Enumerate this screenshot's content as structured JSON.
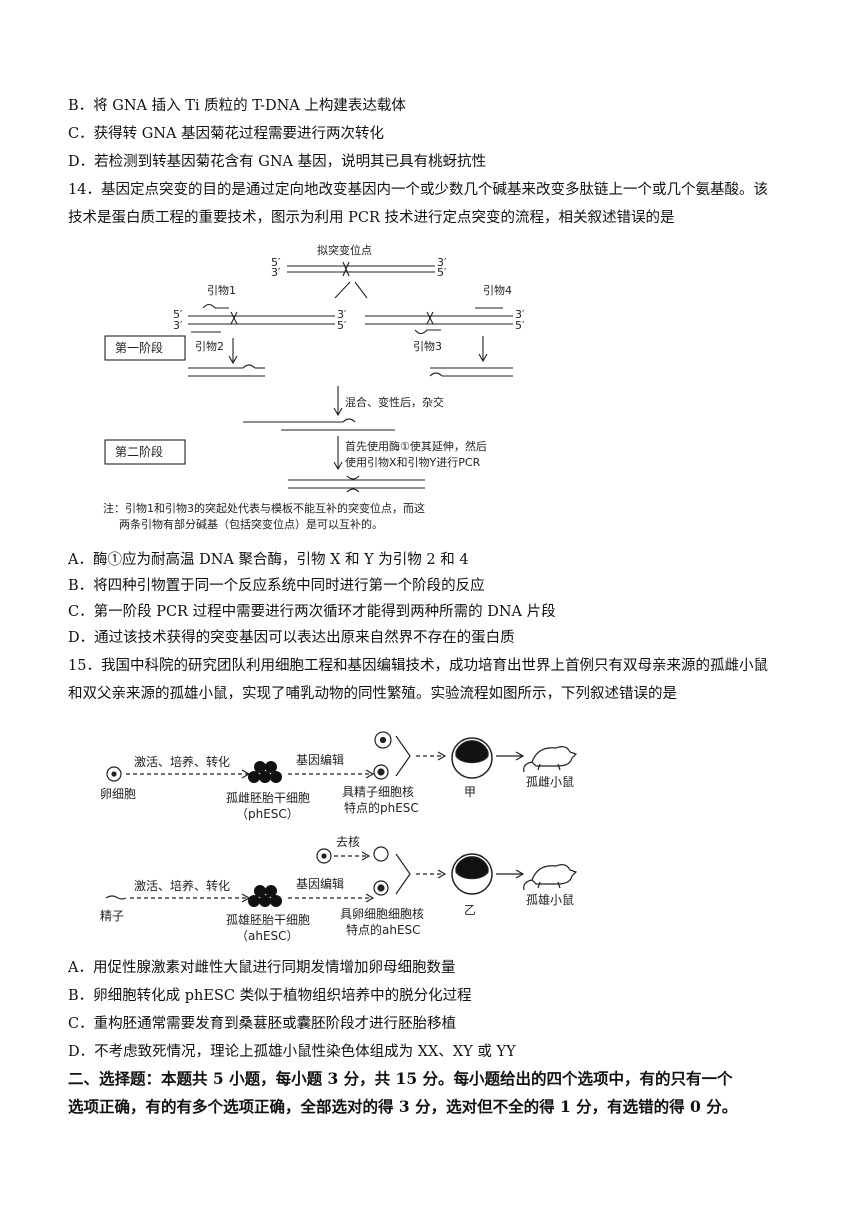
{
  "q13": {
    "optB": "B．将 GNA 插入 Ti 质粒的 T-DNA 上构建表达载体",
    "optC": "C．获得转 GNA 基因菊花过程需要进行两次转化",
    "optD": "D．若检测到转基因菊花含有 GNA 基因，说明其已具有桃蚜抗性"
  },
  "q14": {
    "stem1": "14．基因定点突变的目的是通过定向地改变基因内一个或少数几个碱基来改变多肽链上一个或几个氨基酸。该",
    "stem2": "技术是蛋白质工程的重要技术，图示为利用 PCR 技术进行定点突变的流程，相关叙述错误的是",
    "figure": {
      "mutation_site": "拟突变位点",
      "primer1": "引物1",
      "primer2": "引物2",
      "primer3": "引物3",
      "primer4": "引物4",
      "stage1": "第一阶段",
      "stage2": "第二阶段",
      "mix": "混合、变性后，杂交",
      "ext1": "首先使用酶①使其延伸，然后",
      "ext2": "使用引物X和引物Y进行PCR",
      "note1": "注：引物1和引物3的突起处代表与模板不能互补的突变位点，而这",
      "note2": "两条引物有部分碱基（包括突变位点）是可以互补的。",
      "end5": "5′",
      "end3": "3′"
    },
    "optA": "A．酶①应为耐高温 DNA 聚合酶，引物 X 和 Y 为引物 2 和 4",
    "optB": "B．将四种引物置于同一个反应系统中同时进行第一个阶段的反应",
    "optC": "C．第一阶段 PCR 过程中需要进行两次循环才能得到两种所需的 DNA 片段",
    "optD": "D．通过该技术获得的突变基因可以表达出原来自然界不存在的蛋白质"
  },
  "q15": {
    "stem1": "15．我国中科院的研究团队利用细胞工程和基因编辑技术，成功培育出世界上首例只有双母亲来源的孤雌小鼠",
    "stem2": "和双父亲来源的孤雄小鼠，实现了哺乳动物的同性繁殖。实验流程如图所示，下列叙述错误的是",
    "figure": {
      "egg": "卵细胞",
      "activate": "激活、培养、转化",
      "gene_edit": "基因编辑",
      "phESC1": "孤雌胚胎干细胞",
      "phESC2": "（phESC）",
      "sperm_phESC1": "具精子细胞核",
      "sperm_phESC2": "特点的phESC",
      "jia": "甲",
      "female_mouse": "孤雌小鼠",
      "sperm": "精子",
      "enucleate": "去核",
      "ahESC1": "孤雄胚胎干细胞",
      "ahESC2": "（ahESC）",
      "egg_ahESC1": "具卵细胞细胞核",
      "egg_ahESC2": "特点的ahESC",
      "yi": "乙",
      "male_mouse": "孤雄小鼠"
    },
    "optA": "A．用促性腺激素对雌性大鼠进行同期发情增加卵母细胞数量",
    "optB": "B．卵细胞转化成 phESC 类似于植物组织培养中的脱分化过程",
    "optC": "C．重构胚通常需要发育到桑葚胚或囊胚阶段才进行胚胎移植",
    "optD": "D．不考虑致死情况，理论上孤雄小鼠性染色体组成为 XX、XY 或 YY"
  },
  "section2": {
    "line1": "二、选择题：本题共 5 小题，每小题 3 分，共 15 分。每小题给出的四个选项中，有的只有一个",
    "line2": "选项正确，有的有多个选项正确，全部选对的得 3 分，选对但不全的得 1 分，有选错的得 0 分。"
  }
}
